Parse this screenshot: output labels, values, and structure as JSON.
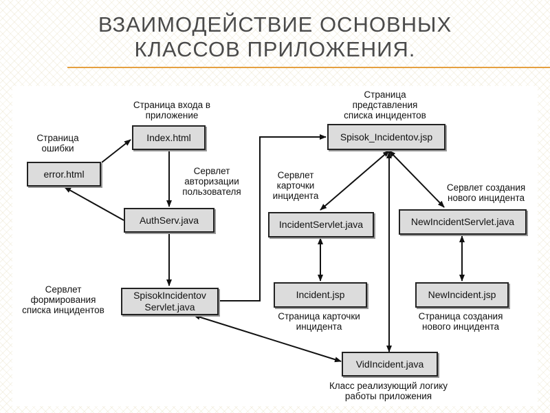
{
  "slide": {
    "title": "ВЗАИМОДЕЙСТВИЕ ОСНОВНЫХ КЛАССОВ ПРИЛОЖЕНИЯ."
  },
  "boxes": {
    "index": "Index.html",
    "error": "error.html",
    "authserv": "AuthServ.java",
    "spisok_servlet": "SpisokIncidentov Servlet.java",
    "spisok_jsp": "Spisok_Incidentov.jsp",
    "incident_servlet": "IncidentServlet.java",
    "new_incident_servlet": "NewIncidentServlet.java",
    "incident_jsp": "Incident.jsp",
    "new_incident_jsp": "NewIncident.jsp",
    "vid_incident": "VidIncident.java"
  },
  "notes": {
    "login_page_l1": "Страница входа в",
    "login_page_l2": "приложение",
    "error_page_l1": "Страница",
    "error_page_l2": "ошибки",
    "auth_servlet_l1": "Сервлет",
    "auth_servlet_l2": "авторизации",
    "auth_servlet_l3": "пользователя",
    "list_servlet_l1": "Сервлет",
    "list_servlet_l2": "формирования",
    "list_servlet_l3": "списка инцидентов",
    "list_page_l1": "Страница",
    "list_page_l2": "представления",
    "list_page_l3": "списка инцидентов",
    "card_servlet_l1": "Сервлет",
    "card_servlet_l2": "карточки",
    "card_servlet_l3": "инцидента",
    "create_servlet_l1": "Сервлет создания",
    "create_servlet_l2": "нового инцидента",
    "card_page_l1": "Страница карточки",
    "card_page_l2": "инцидента",
    "create_page_l1": "Страница создания",
    "create_page_l2": "нового инцидента",
    "logic_class_l1": "Класс реализующий логику",
    "logic_class_l2": "работы приложения"
  },
  "colors": {
    "title": "#4a4a4a",
    "accent_rule": "#e5a040",
    "box_fill": "#dcdcdc",
    "box_border": "#222222",
    "arrow": "#111111"
  }
}
